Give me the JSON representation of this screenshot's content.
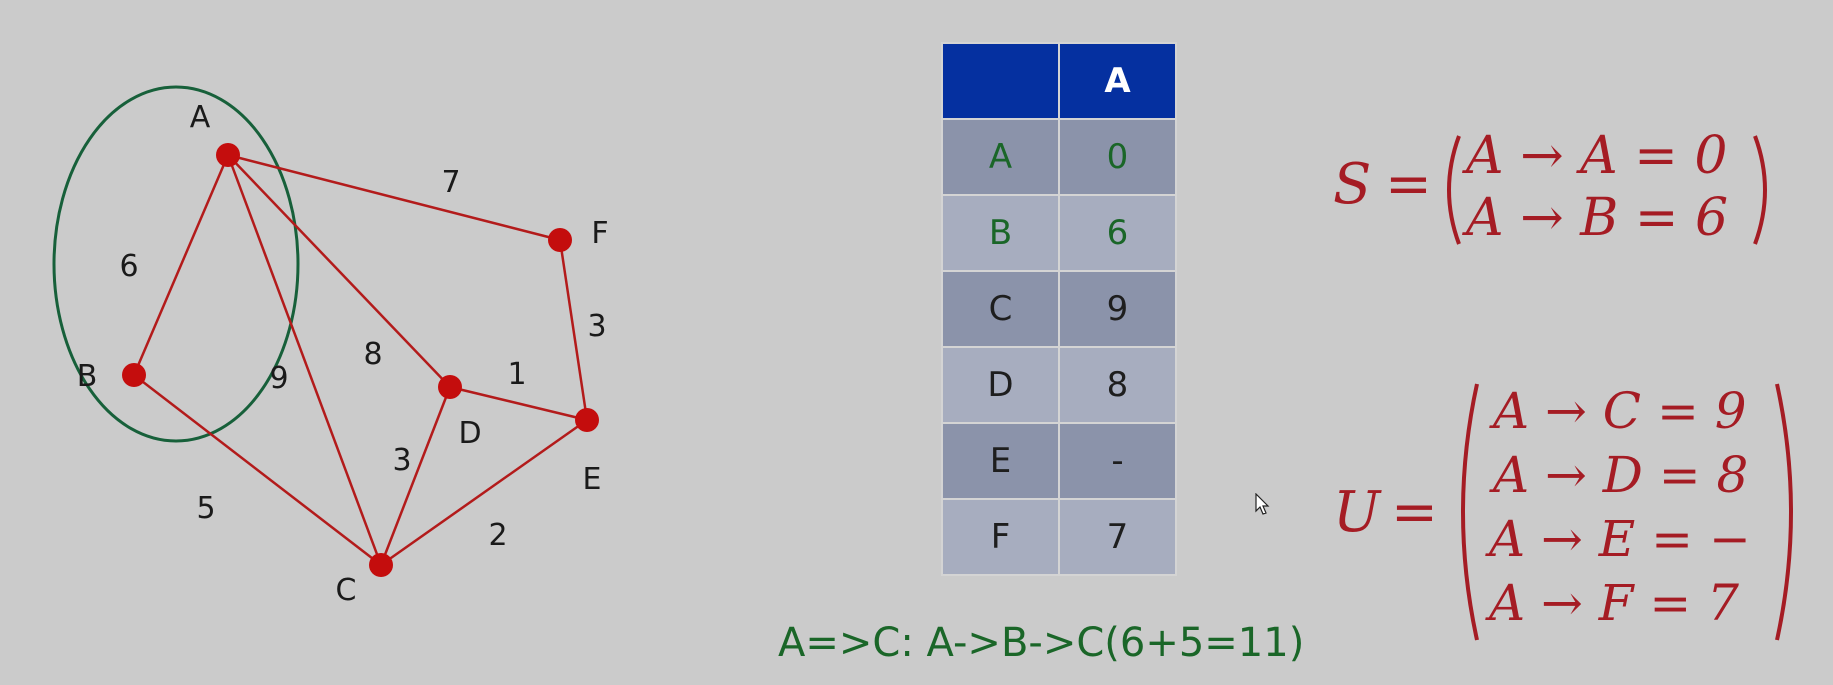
{
  "graph": {
    "nodes": [
      {
        "id": "A",
        "label": "A"
      },
      {
        "id": "B",
        "label": "B"
      },
      {
        "id": "C",
        "label": "C"
      },
      {
        "id": "D",
        "label": "D"
      },
      {
        "id": "E",
        "label": "E"
      },
      {
        "id": "F",
        "label": "F"
      }
    ],
    "edges": [
      {
        "from": "A",
        "to": "B",
        "weight": "6"
      },
      {
        "from": "A",
        "to": "C",
        "weight": "9"
      },
      {
        "from": "A",
        "to": "D",
        "weight": "8"
      },
      {
        "from": "A",
        "to": "F",
        "weight": "7"
      },
      {
        "from": "B",
        "to": "C",
        "weight": "5"
      },
      {
        "from": "C",
        "to": "D",
        "weight": "3"
      },
      {
        "from": "C",
        "to": "E",
        "weight": "2"
      },
      {
        "from": "D",
        "to": "E",
        "weight": "1"
      },
      {
        "from": "E",
        "to": "F",
        "weight": "3"
      }
    ],
    "edge_color": "#b31b1b",
    "node_color": "#c40d0d",
    "selection_color": "#17603a"
  },
  "table": {
    "header": [
      "",
      "A"
    ],
    "rows": [
      {
        "node": "A",
        "dist": "0"
      },
      {
        "node": "B",
        "dist": "6"
      },
      {
        "node": "C",
        "dist": "9"
      },
      {
        "node": "D",
        "dist": "8"
      },
      {
        "node": "E",
        "dist": "-"
      },
      {
        "node": "F",
        "dist": "7"
      }
    ],
    "header_color": "#0530a0",
    "settled_color": "#1a6628"
  },
  "formulas": {
    "s_label": "S",
    "s_rows": [
      "A → A = 0",
      "A → B = 6"
    ],
    "u_label": "U",
    "u_rows": [
      "A → C = 9",
      "A → D = 8",
      "A → E = −",
      "A → F = 7"
    ],
    "equals": "=",
    "color": "#a51c24"
  },
  "note": "A=>C: A->B->C(6+5=11)"
}
